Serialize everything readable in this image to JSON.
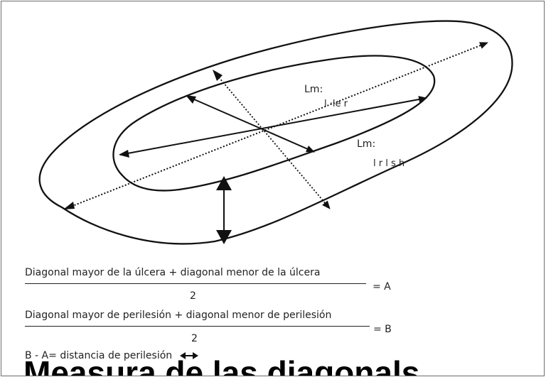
{
  "diagram": {
    "labels": {
      "ulcer_major": "Lm:",
      "ulcer_major_sub": "l   ·le  r",
      "perilesion": "Lm:",
      "perilesion_sub": "l     r l  s  h"
    }
  },
  "formulas": [
    {
      "numerator": "Diagonal mayor de la úlcera + diagonal menor de la úlcera",
      "denominator": "2",
      "result": "= A"
    },
    {
      "numerator": "Diagonal mayor de perilesión + diagonal menor de perilesión",
      "denominator": "2",
      "result": "= B"
    }
  ],
  "footer": {
    "text": "B - A= distancia de perilesión",
    "icon": "double-arrow-icon"
  },
  "caption": "Measura de las diagonals"
}
